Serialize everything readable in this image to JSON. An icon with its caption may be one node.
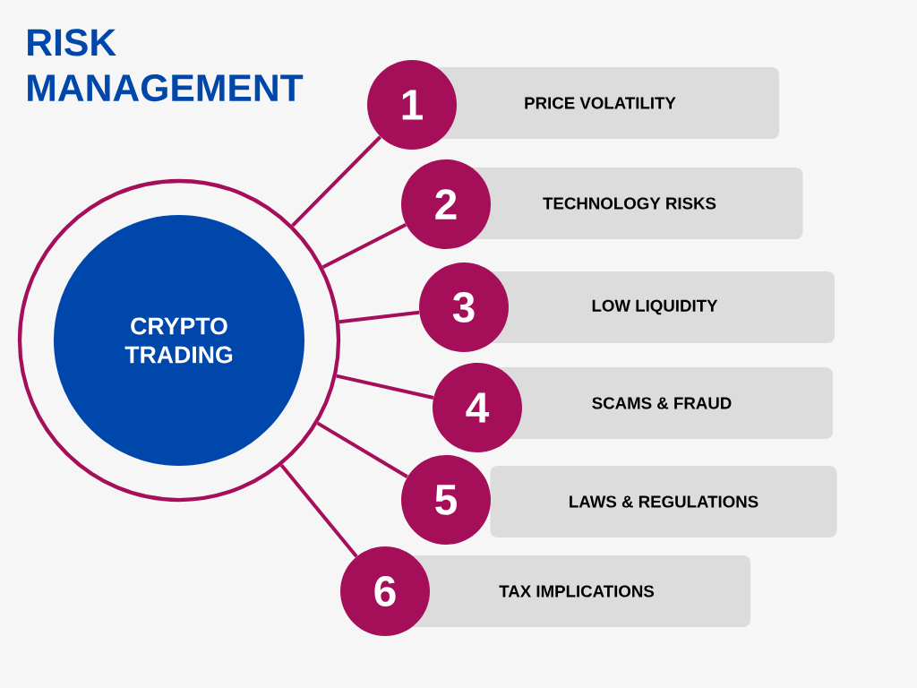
{
  "diagram": {
    "title": "RISK MANAGEMENT",
    "nodes": [
      {
        "text": [],
        "shape": "circle"
      },
      {
        "text": [
          "CRYPTO TRADING"
        ],
        "in": 0
      },
      {
        "text": [
          "1"
        ]
      },
      {
        "text": [
          "PRICE VOLATILITY"
        ]
      },
      {
        "text": [
          "2"
        ]
      },
      {
        "text": [
          "TECHNOLOGY RISKS"
        ]
      },
      {
        "text": [
          "3"
        ]
      },
      {
        "text": [
          "LOW LIQUIDITY"
        ]
      },
      {
        "text": [
          "4"
        ]
      },
      {
        "text": [
          "SCAMS & FRAUD"
        ]
      },
      {
        "text": [
          "5"
        ]
      },
      {
        "text": [
          "LAWS & REGULATIONS"
        ]
      },
      {
        "text": [
          "6"
        ]
      },
      {
        "text": [
          "TAX IMPLICATIONS"
        ]
      }
    ],
    "edges": [
      {
        "from": 0,
        "to": 2,
        "arrow": "none"
      },
      {
        "from": 0,
        "to": 4,
        "arrow": "none"
      },
      {
        "from": 0,
        "to": 6,
        "arrow": "none"
      },
      {
        "from": 0,
        "to": 8,
        "arrow": "none"
      },
      {
        "from": 0,
        "to": 10,
        "arrow": "none"
      },
      {
        "from": 0,
        "to": 12,
        "arrow": "none"
      }
    ]
  }
}
